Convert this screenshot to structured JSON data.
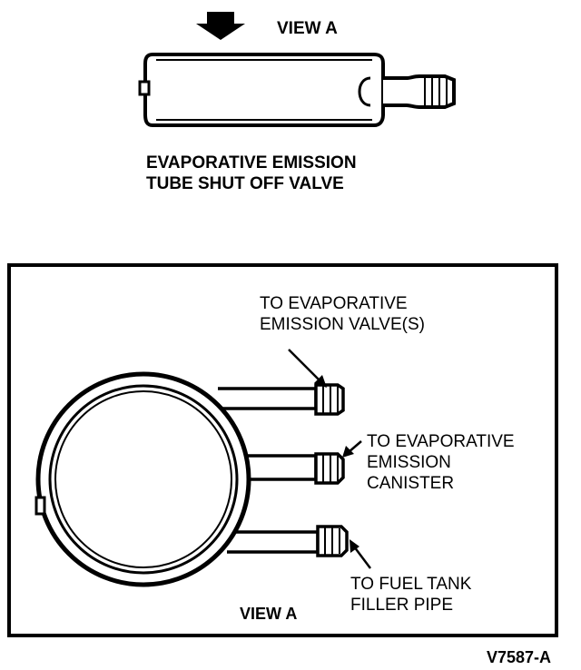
{
  "top_view": {
    "arrow_label": "VIEW A",
    "caption_line1": "EVAPORATIVE EMISSION",
    "caption_line2": "TUBE SHUT OFF VALVE"
  },
  "detail_view": {
    "label_valves_line1": "TO EVAPORATIVE",
    "label_valves_line2": "EMISSION VALVE(S)",
    "label_canister_line1": "TO EVAPORATIVE",
    "label_canister_line2": "EMISSION",
    "label_canister_line3": "CANISTER",
    "label_filler_line1": "TO FUEL TANK",
    "label_filler_line2": "FILLER PIPE",
    "view_label": "VIEW A"
  },
  "figure_id": "V7587-A"
}
